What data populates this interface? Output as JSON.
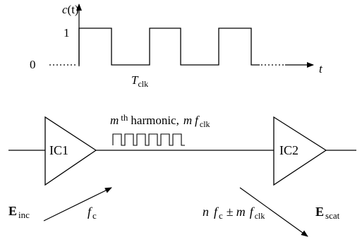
{
  "signal": {
    "y_label_c": "c",
    "y_label_arg": "(t)",
    "level_high": "1",
    "level_low": "0",
    "period_T": "T",
    "period_sub": "clk",
    "time_axis_label": "t"
  },
  "circuit": {
    "ic1_label": "IC1",
    "ic2_label": "IC2",
    "harmonic_m": "m",
    "harmonic_sup": "th",
    "harmonic_word": "harmonic,",
    "harmonic_freq_m": "m",
    "harmonic_freq_f": "f",
    "harmonic_freq_sub": "clk"
  },
  "fields": {
    "e_inc_E": "E",
    "e_inc_sub": "inc",
    "fc_f": "f",
    "fc_sub": "c",
    "scat_n": "n",
    "scat_f1": "f",
    "scat_sub1": "c",
    "scat_pm": "±",
    "scat_m": "m",
    "scat_f2": "f",
    "scat_sub2": "clk",
    "e_scat_E": "E",
    "e_scat_sub": "scat"
  }
}
